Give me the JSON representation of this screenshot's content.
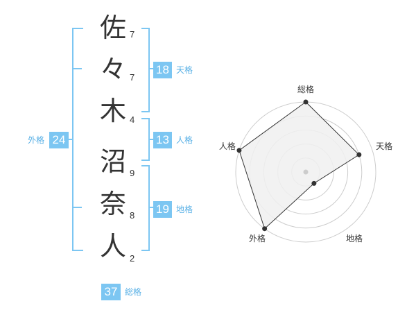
{
  "name_chars": [
    {
      "char": "佐",
      "strokes": "7"
    },
    {
      "char": "々",
      "strokes": "7"
    },
    {
      "char": "木",
      "strokes": "4"
    },
    {
      "char": "沼",
      "strokes": "9"
    },
    {
      "char": "奈",
      "strokes": "8"
    },
    {
      "char": "人",
      "strokes": "2"
    }
  ],
  "kakaku": {
    "tenkaku": {
      "value": "18",
      "label": "天格"
    },
    "jinkaku": {
      "value": "13",
      "label": "人格"
    },
    "chikaku": {
      "value": "19",
      "label": "地格"
    },
    "gaikaku": {
      "value": "24",
      "label": "外格"
    },
    "soukaku": {
      "value": "37",
      "label": "総格"
    }
  },
  "radar": {
    "axes": [
      "総格",
      "天格",
      "地格",
      "外格",
      "人格"
    ],
    "levels": 5,
    "values": [
      5,
      4,
      1,
      5,
      5
    ],
    "max": 5,
    "colors": {
      "grid": "#cccccc",
      "fill": "#f0f0f0",
      "line": "#333333",
      "point": "#333333",
      "center": "#cccccc"
    }
  },
  "colors": {
    "accent": "#7cc6f2",
    "accent_text": "#5ab1e6",
    "text": "#333333"
  }
}
